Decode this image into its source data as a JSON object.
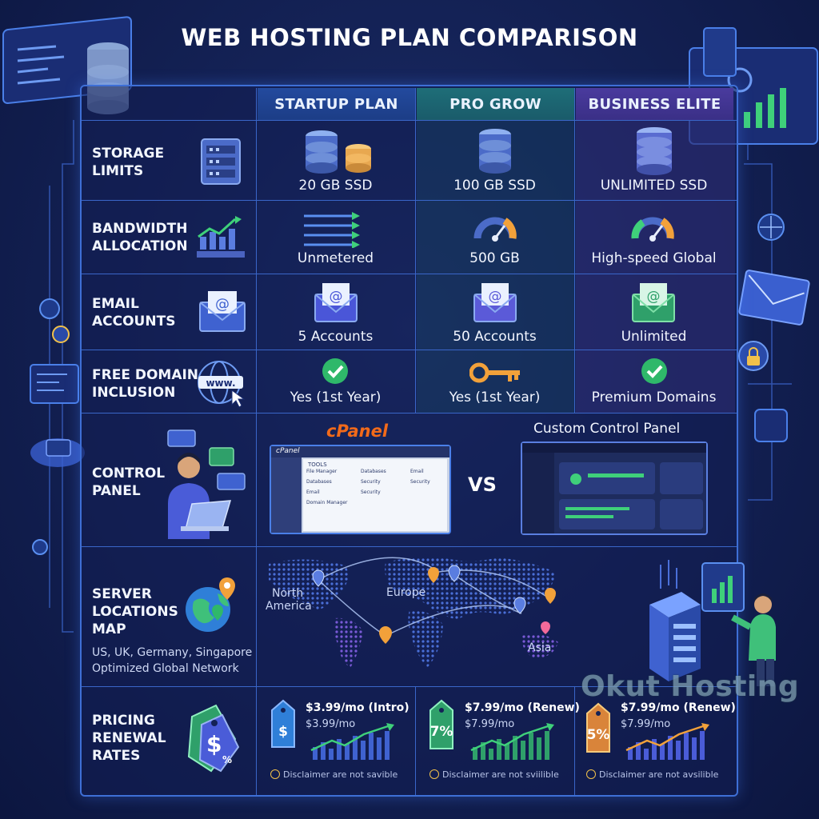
{
  "title": "WEB HOSTING PLAN COMPARISON",
  "plans": [
    "STARTUP PLAN",
    "PRO GROW",
    "BUSINESS ELITE"
  ],
  "rows": {
    "storage": {
      "label_line1": "STORAGE",
      "label_line2": "LIMITS",
      "values": [
        "20 GB SSD",
        "100 GB SSD",
        "UNLIMITED SSD"
      ]
    },
    "bandwidth": {
      "label_line1": "BANDWIDTH",
      "label_line2": "ALLOCATION",
      "values": [
        "Unmetered",
        "500 GB",
        "High-speed Global"
      ]
    },
    "email": {
      "label_line1": "EMAIL",
      "label_line2": "ACCOUNTS",
      "values": [
        "5 Accounts",
        "50 Accounts",
        "Unlimited"
      ]
    },
    "domain": {
      "label_line1": "FREE DOMAIN",
      "label_line2": "INCLUSION",
      "values": [
        "Yes (1st Year)",
        "Yes (1st Year)",
        "Premium Domains"
      ]
    },
    "control": {
      "label_line1": "CONTROL",
      "label_line2": "PANEL",
      "cpanel_logo": "cPanel",
      "cpanel_mini_logo": "cPanel",
      "cpanel_header": "TOOLS",
      "cpanel_items": [
        "File Manager",
        "Databases",
        "Email",
        "Databases",
        "Security",
        "Security",
        "Email",
        "Security",
        "Domain Manager"
      ],
      "vs": "VS",
      "custom_title": "Custom Control Panel"
    },
    "server": {
      "label_line1": "SERVER",
      "label_line2": "LOCATIONS",
      "label_line3": "MAP",
      "locations": "US, UK, Germany, Singapore",
      "network": "Optimized Global Network",
      "map_labels": [
        "North",
        "America",
        "Europe",
        "Asia"
      ]
    },
    "pricing": {
      "label_line1": "PRICING",
      "label_line2": "RENEWAL",
      "label_line3": "RATES",
      "plans": [
        {
          "tag": "$",
          "main": "$3.99/mo (Intro)",
          "sub": "$3.99/mo",
          "disclaimer": "Disclaimer are not savible"
        },
        {
          "tag": "7%",
          "main": "$7.99/mo (Renew)",
          "sub": "$7.99/mo",
          "disclaimer": "Disclaimer are not sviilible"
        },
        {
          "tag": "5%",
          "main": "$7.99/mo (Renew)",
          "sub": "$7.99/mo",
          "disclaimer": "Disclaimer are not avsilible"
        }
      ]
    }
  },
  "watermark": "Okut Hosting",
  "colors": {
    "accent": "#3e6fd6",
    "green": "#3fd07a",
    "gold": "#f2a13a",
    "teal": "#1e6e78",
    "purple": "#4a3b9e"
  },
  "icons": [
    "server-rack-icon",
    "database-icon",
    "coins-icon",
    "growth-chart-icon",
    "speed-arrows-icon",
    "gauge-icon",
    "email-envelope-icon",
    "www-globe-icon",
    "check-circle-icon",
    "key-icon",
    "person-laptop-icon",
    "globe-pin-icon",
    "price-tag-icon",
    "trend-chart-icon",
    "info-icon"
  ]
}
